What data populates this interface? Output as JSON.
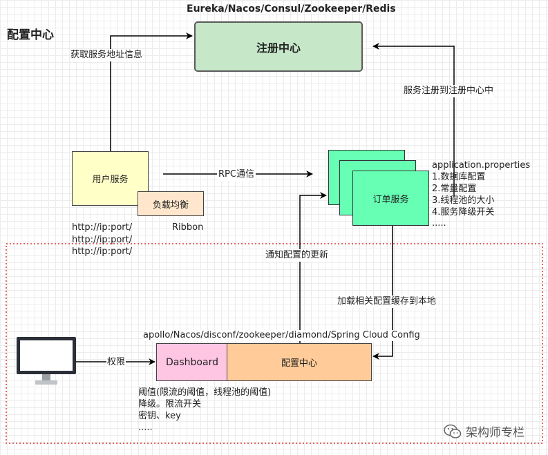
{
  "page_title": "配置中心",
  "registry": {
    "top_label": "Eureka/Nacos/Consul/Zookeeper/Redis",
    "label": "注册中心"
  },
  "user_service": {
    "label": "用户服务",
    "load_balancer": "负载均衡",
    "urls": [
      "http://ip:port/",
      "http://ip:port/",
      "http://ip:port/"
    ],
    "ribbon": "Ribbon"
  },
  "order_service": {
    "label": "订单服务",
    "config_lines": [
      "application.properties",
      "1.数据库配置",
      "2.常量配置",
      "3.线程池的大小",
      "4.服务降级开关",
      "....."
    ]
  },
  "edges": {
    "fetch_address": "获取服务地址信息",
    "register": "服务注册到注册中心中",
    "rpc": "RPC通信",
    "notify": "通知配置的更新",
    "load_cache": "加载相关配置缓存到本地",
    "permission": "权限"
  },
  "config_center": {
    "products": "apollo/Nacos/disconf/zookeeper/diamond/Spring Cloud Config",
    "dashboard": "Dashboard",
    "label": "配置中心",
    "notes": [
      "阈值(限流的阈值，线程池的阈值)",
      "降级。限流开关",
      "密钥、key",
      "....."
    ]
  },
  "watermark": "架构师专栏",
  "colors": {
    "registry_fill": "#c6e7c8",
    "user_fill": "#ffffc8",
    "lb_fill": "#ffe6cc",
    "order_fill": "#66ffb3",
    "dashboard_fill": "#ffc6e4",
    "config_fill": "#ffcc99",
    "dotted_border": "#e03030"
  }
}
